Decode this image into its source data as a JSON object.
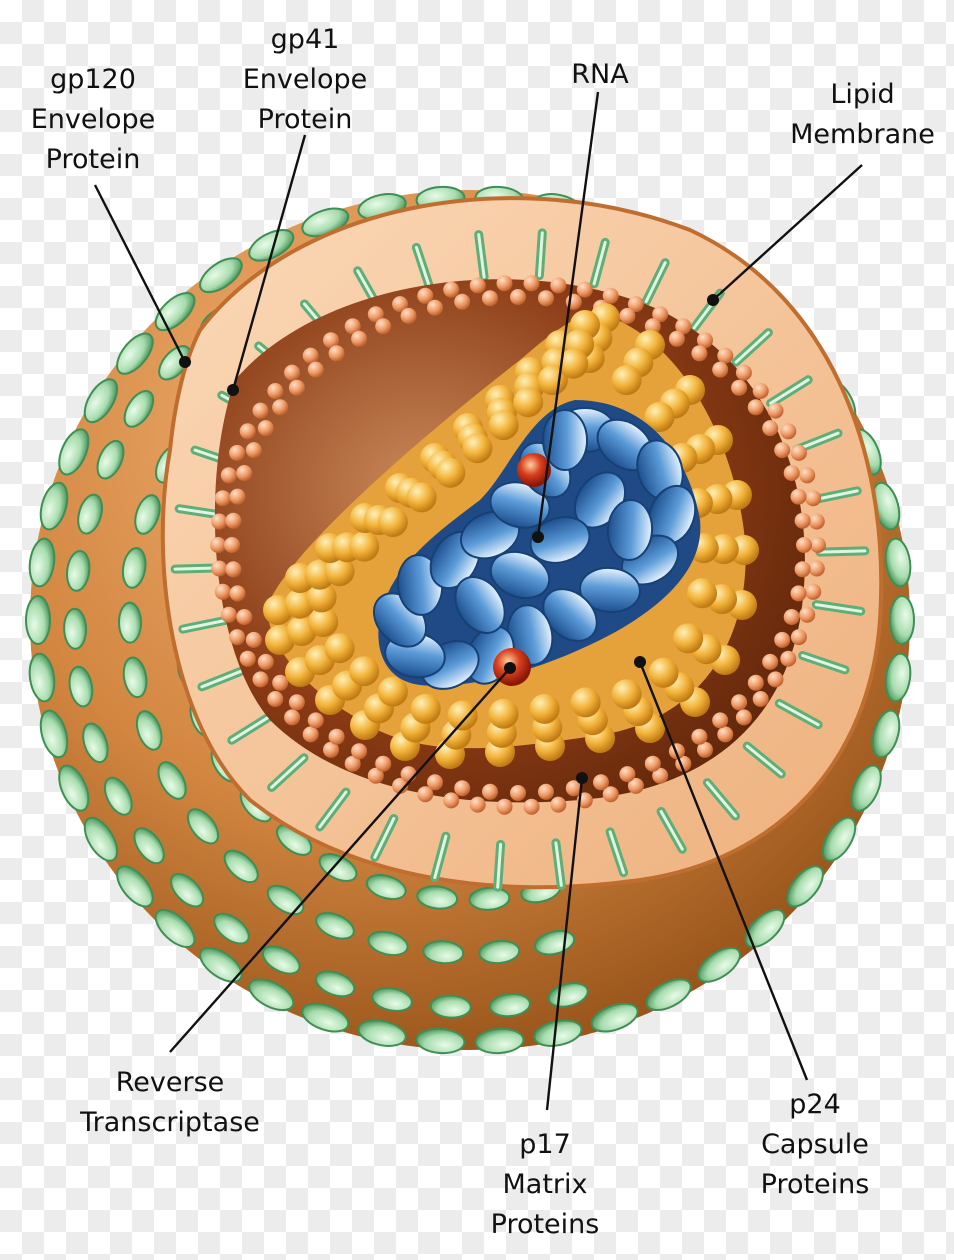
{
  "labels": {
    "gp120": [
      "gp120",
      "Envelope",
      "Protein"
    ],
    "gp41": [
      "gp41",
      "Envelope",
      "Protein"
    ],
    "rna": [
      "RNA"
    ],
    "lipid": [
      "Lipid",
      "Membrane"
    ],
    "reverse": [
      "Reverse",
      "Transcriptase"
    ],
    "p17": [
      "p17",
      "Matrix",
      "Proteins"
    ],
    "p24": [
      "p24",
      "Capsule",
      "Proteins"
    ]
  },
  "colors": {
    "envelope_outer": "#c8782e",
    "envelope_light": "#f6c49a",
    "cavity": "#7a3312",
    "matrix_beads": "#f0a070",
    "capsid_beads": "#f2b33a",
    "rna": "#3c7fc4",
    "protein_green": "#a8dcae",
    "enzyme_red": "#c42d1c"
  }
}
